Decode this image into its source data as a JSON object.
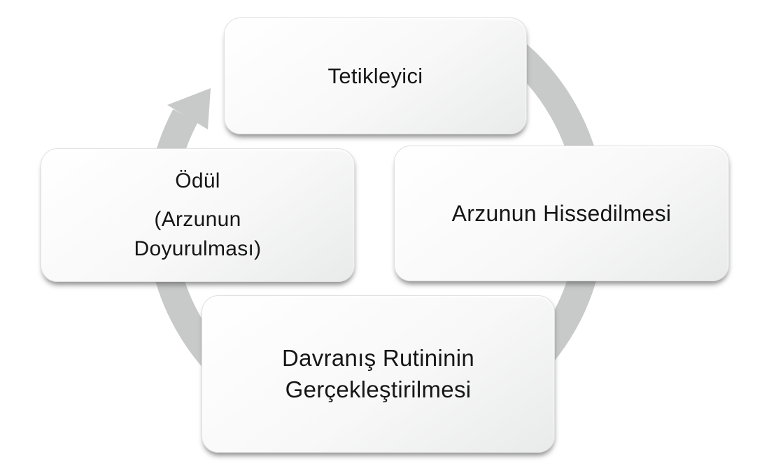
{
  "diagram": {
    "type": "cycle",
    "direction": "clockwise",
    "language": "tr",
    "nodes": {
      "trigger": {
        "label": "Tetikleyici",
        "position": "top"
      },
      "craving": {
        "label": "Arzunun Hissedilmesi",
        "position": "right"
      },
      "routine": {
        "label": "Davranış Rutininin Gerçekleştirilmesi",
        "position": "bottom"
      },
      "reward": {
        "label": "Ödül",
        "sublabel": "(Arzunun Doyurulması)",
        "position": "left"
      }
    },
    "colors": {
      "background": "#ffffff",
      "ring": "#c8cac9",
      "box_fill_top": "#ffffff",
      "box_fill_mid": "#f8f8f8",
      "box_fill_bottom": "#e9eaea",
      "box_border": "#e0e0e0",
      "text": "#161616"
    }
  }
}
